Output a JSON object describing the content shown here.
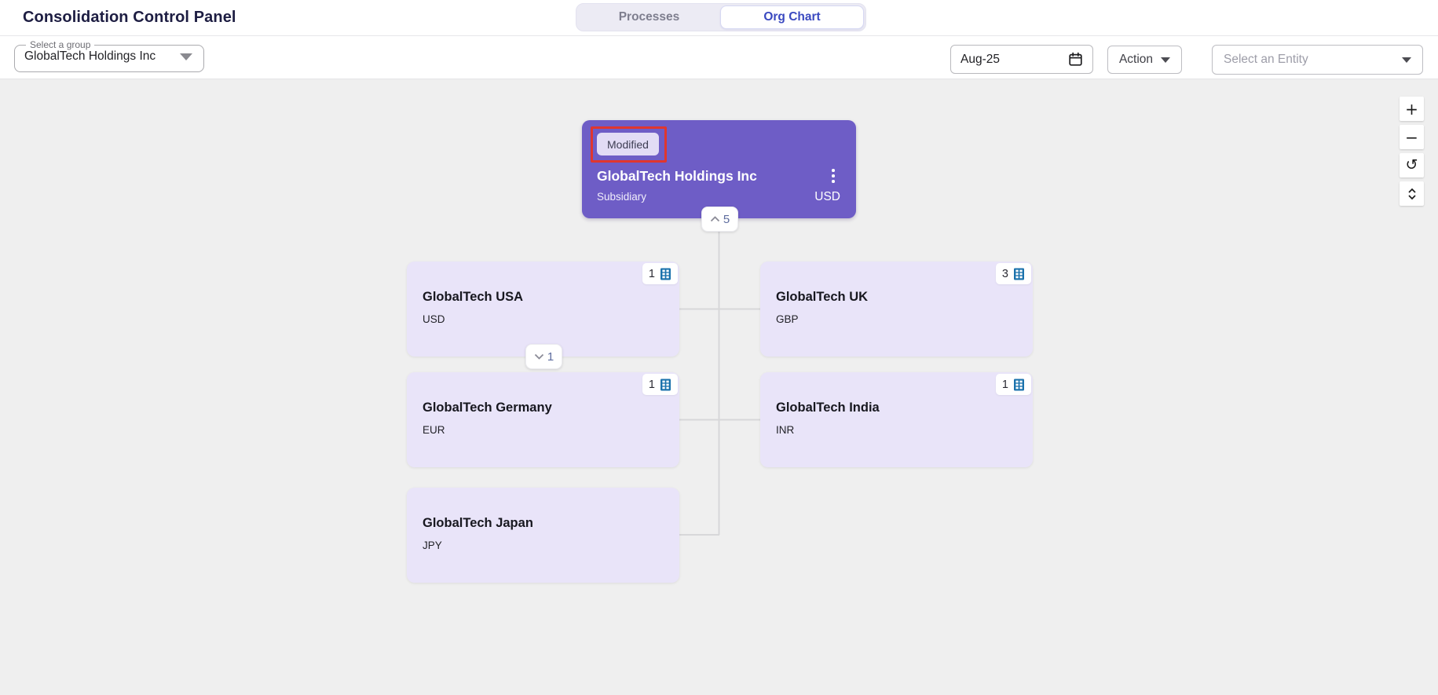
{
  "page_title": "Consolidation Control Panel",
  "tabs": {
    "processes": "Processes",
    "org_chart": "Org Chart"
  },
  "toolbar": {
    "group_select": {
      "label": "Select a group",
      "value": "GlobalTech Holdings Inc"
    },
    "period": {
      "value": "Aug-25"
    },
    "action": {
      "label": "Action"
    },
    "entity_select": {
      "placeholder": "Select an Entity"
    }
  },
  "zoom_controls": {
    "zoom_in": "+",
    "zoom_out": "−",
    "reset": "↺"
  },
  "org_chart": {
    "root": {
      "status_badge": "Modified",
      "name": "GlobalTech Holdings Inc",
      "subtitle": "Subsidiary",
      "currency": "USD",
      "collapse_count": "5"
    },
    "children": [
      {
        "name": "GlobalTech USA",
        "currency": "USD",
        "entity_count": "1",
        "expand_count": "1"
      },
      {
        "name": "GlobalTech UK",
        "currency": "GBP",
        "entity_count": "3"
      },
      {
        "name": "GlobalTech Germany",
        "currency": "EUR",
        "entity_count": "1"
      },
      {
        "name": "GlobalTech India",
        "currency": "INR",
        "entity_count": "1"
      },
      {
        "name": "GlobalTech Japan",
        "currency": "JPY"
      }
    ]
  },
  "colors": {
    "accent_purple": "#6E5DC6",
    "child_node_bg": "#E9E4F9",
    "active_tab_text": "#3A49C0",
    "highlight_red": "#E0362E",
    "building_icon_blue": "#1B72AC"
  }
}
